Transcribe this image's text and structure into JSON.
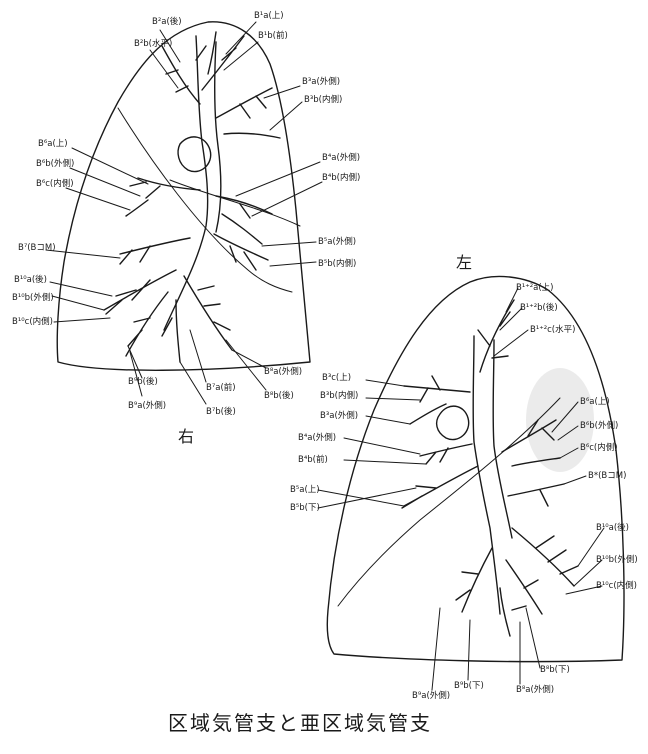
{
  "title": "区域気管支と亜区域気管支",
  "right_lung": {
    "side_label": "右",
    "labels": {
      "b2a": "B²a(後)",
      "b2b": "B²b(水平)",
      "b1a": "B¹a(上)",
      "b1b": "B¹b(前)",
      "b3a": "B³a(外側)",
      "b3b": "B³b(内側)",
      "b6a": "B⁶a(上)",
      "b6b": "B⁶b(外側)",
      "b6c": "B⁶c(内側)",
      "b4a": "B⁴a(外側)",
      "b4b": "B⁴b(内側)",
      "b7": "B⁷(BコM)",
      "b10a": "B¹⁰a(後)",
      "b10b": "B¹⁰b(外側)",
      "b10c": "B¹⁰c(内側)",
      "b5a": "B⁵a(外側)",
      "b5b": "B⁵b(内側)",
      "b9b": "B⁹b(後)",
      "b9a": "B⁹a(外側)",
      "b7a": "B⁷a(前)",
      "b7b": "B⁷b(後)",
      "b8a": "B⁸a(外側)",
      "b8b": "B⁸b(後)"
    }
  },
  "left_lung": {
    "side_label": "左",
    "labels": {
      "b12a": "B¹⁺²a(上)",
      "b12b": "B¹⁺²b(後)",
      "b12c": "B¹⁺²c(水平)",
      "b3c": "B³c(上)",
      "b3b": "B³b(内側)",
      "b3a": "B³a(外側)",
      "b6a": "B⁶a(上)",
      "b6b": "B⁶b(外側)",
      "b6c": "B⁶c(内側)",
      "b4a": "B⁴a(外側)",
      "b4b": "B⁴b(前)",
      "b7": "B*(BコM)",
      "b5a": "B⁵a(上)",
      "b5b": "B⁵b(下)",
      "b10a": "B¹⁰a(後)",
      "b10b": "B¹⁰b(外側)",
      "b10c": "B¹⁰c(内側)",
      "b9b": "B⁹b(下)",
      "b9a": "B⁹a(外側)",
      "b8a": "B⁸a(外側)",
      "b8b": "B⁸b(下)"
    }
  }
}
